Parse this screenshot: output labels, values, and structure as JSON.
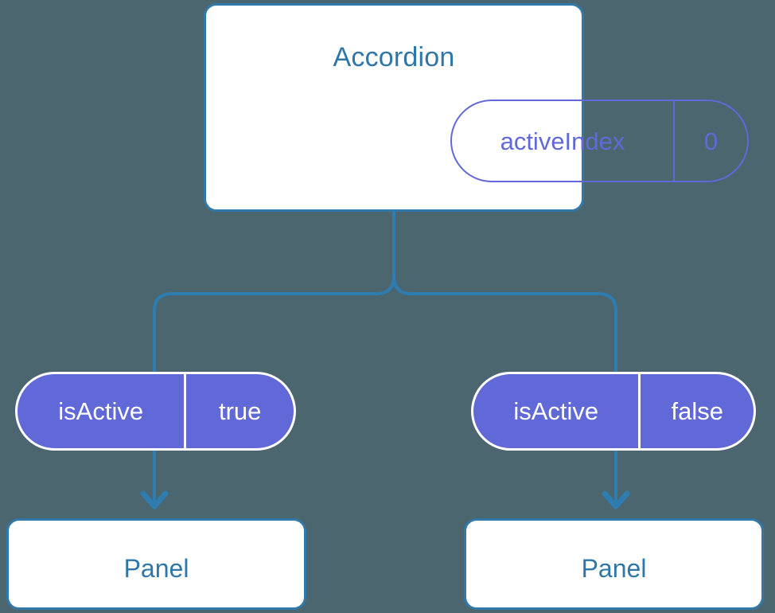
{
  "diagram": {
    "type": "component-state-tree",
    "background_color": "#4c6670",
    "colors": {
      "card_border": "#3278a8",
      "card_background": "#ffffff",
      "title_text": "#2e77a8",
      "state_accent": "#6169d8",
      "connector": "#2e7cb0",
      "pill_outline_text": "#6169d8",
      "pill_filled_text": "#ffffff"
    },
    "root": {
      "title": "Accordion",
      "state": {
        "key": "activeIndex",
        "value": "0"
      }
    },
    "branches": [
      {
        "side": "left",
        "prop": {
          "key": "isActive",
          "value": "true"
        },
        "child": {
          "title": "Panel"
        }
      },
      {
        "side": "right",
        "prop": {
          "key": "isActive",
          "value": "false"
        },
        "child": {
          "title": "Panel"
        }
      }
    ]
  }
}
